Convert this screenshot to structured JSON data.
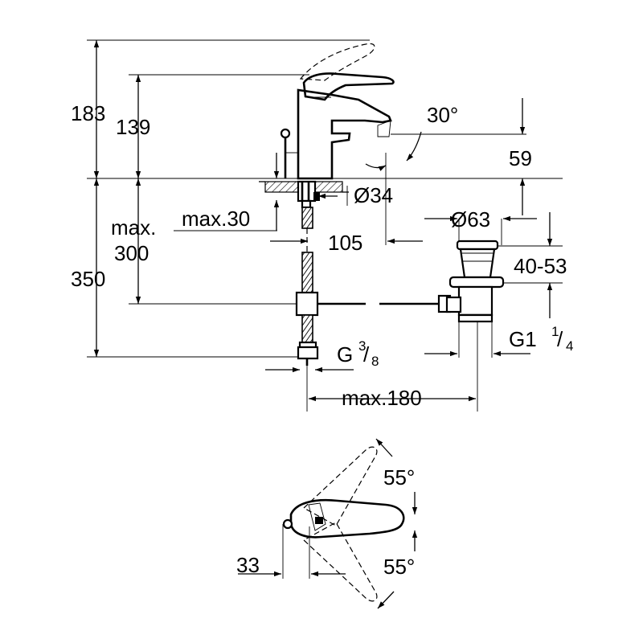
{
  "dimensions": {
    "total_height": "183",
    "spout_height": "139",
    "lever_angle": "30°",
    "outlet_height": "59",
    "body_diameter": "Ø34",
    "max_deck_thickness": "max.30",
    "max_hose_label_line1": "max.",
    "max_hose_label_line2": "300",
    "hose_length": "350",
    "spout_reach": "105",
    "waste_diameter": "Ø63",
    "waste_adjust": "40-53",
    "waste_thread": "G1",
    "waste_thread_num": "1",
    "waste_thread_den": "4",
    "supply_thread": "G",
    "supply_thread_num": "3",
    "supply_thread_den": "8",
    "max_rod_length": "max.180",
    "rotation_top": "55°",
    "rotation_bottom": "55°",
    "plan_offset": "33"
  },
  "colors": {
    "line": "#000000",
    "background": "#ffffff"
  }
}
